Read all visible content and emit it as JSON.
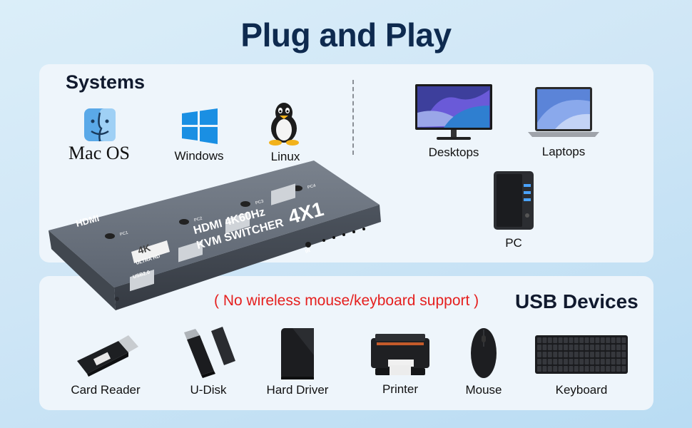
{
  "title": "Plug and Play",
  "systems": {
    "heading": "Systems",
    "items": [
      {
        "label": "Mac OS",
        "icon": "mac-os-icon"
      },
      {
        "label": "Windows",
        "icon": "windows-icon"
      },
      {
        "label": "Linux",
        "icon": "linux-icon"
      }
    ]
  },
  "hosts": {
    "items": [
      {
        "label": "Desktops",
        "icon": "desktop-monitor-icon"
      },
      {
        "label": "Laptops",
        "icon": "laptop-icon"
      },
      {
        "label": "PC",
        "icon": "pc-tower-icon"
      }
    ]
  },
  "device": {
    "brand": "HDMI",
    "model_line1": "HDMI 4K60Hz",
    "model_line2": "KVM SWITCHER",
    "ports": "4X1",
    "badge": "4K",
    "badge_sub": "ULTRA HD",
    "usb_label": "USB2.0",
    "buttons": [
      "PC1",
      "PC2",
      "PC3",
      "PC4"
    ],
    "ir_label": "IR"
  },
  "usb": {
    "note": "( No wireless mouse/keyboard support )",
    "heading": "USB Devices",
    "items": [
      {
        "label": "Card Reader",
        "icon": "card-reader-icon"
      },
      {
        "label": "U-Disk",
        "icon": "usb-disk-icon"
      },
      {
        "label": "Hard Driver",
        "icon": "hard-drive-icon"
      },
      {
        "label": "Printer",
        "icon": "printer-icon"
      },
      {
        "label": "Mouse",
        "icon": "mouse-icon"
      },
      {
        "label": "Keyboard",
        "icon": "keyboard-icon"
      }
    ]
  },
  "colors": {
    "title": "#0e2a4f",
    "warning": "#e5201f",
    "panel": "#eef5fb",
    "device": "#5c6470"
  }
}
